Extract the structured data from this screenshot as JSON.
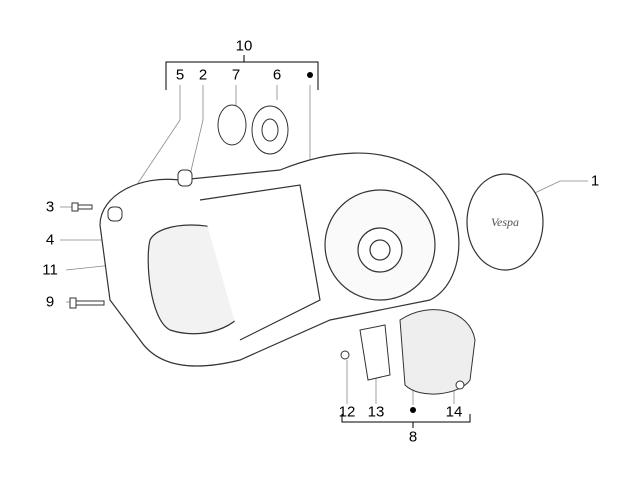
{
  "diagram": {
    "callouts": [
      {
        "id": "callout-10",
        "text": "10"
      },
      {
        "id": "callout-5",
        "text": "5"
      },
      {
        "id": "callout-2",
        "text": "2"
      },
      {
        "id": "callout-7",
        "text": "7"
      },
      {
        "id": "callout-6",
        "text": "6"
      },
      {
        "id": "callout-1",
        "text": "1"
      },
      {
        "id": "callout-3",
        "text": "3"
      },
      {
        "id": "callout-4",
        "text": "4"
      },
      {
        "id": "callout-11",
        "text": "11"
      },
      {
        "id": "callout-9",
        "text": "9"
      },
      {
        "id": "callout-12",
        "text": "12"
      },
      {
        "id": "callout-13",
        "text": "13"
      },
      {
        "id": "callout-14",
        "text": "14"
      },
      {
        "id": "callout-8",
        "text": "8"
      }
    ],
    "logo_text": "Vespa"
  }
}
